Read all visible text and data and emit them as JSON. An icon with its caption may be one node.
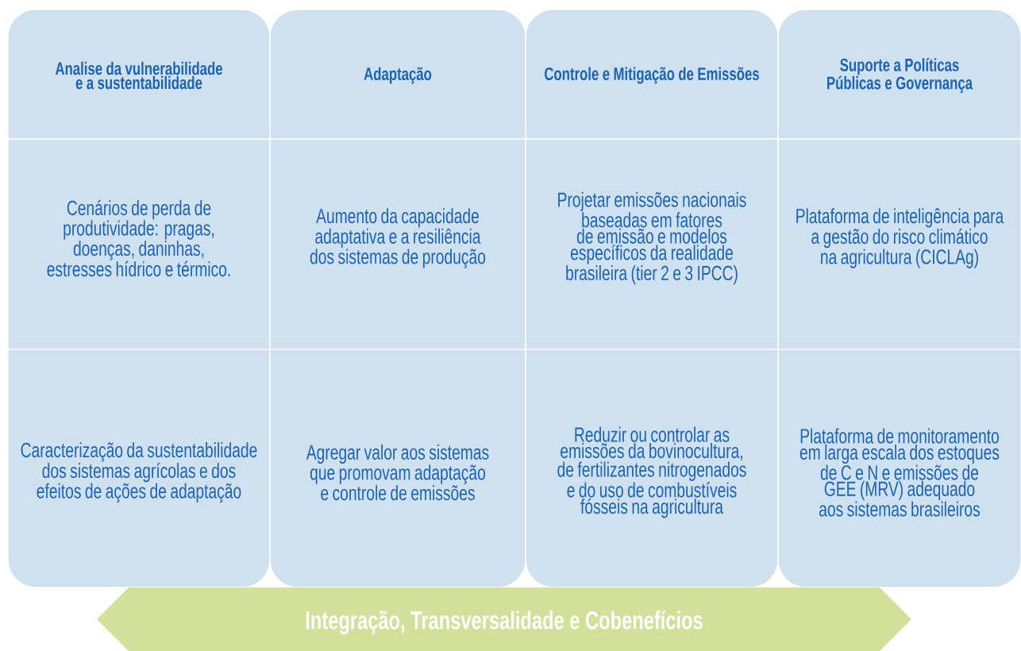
{
  "diagram": {
    "nodes": [
      {
        "text": [
          "Analise da vulnerabilidade e a sustentabilidade",
          "Cenários de perda de produtividade: pragas, doenças, daninhas, estresses hídrico e térmico.",
          "Caracterização da sustentabilidade dos sistemas agrícolas e dos efeitos de ações de adaptação"
        ]
      },
      {
        "text": [
          "Adaptação",
          "Aumento da capacidade adaptativa e a resiliência dos sistemas de produção",
          "Agregar valor aos sistemas que promovam adaptação e controle de emissões"
        ]
      },
      {
        "text": [
          "Controle e Mitigação de Emissões",
          "Projetar emissões nacionais baseadas em fatores de emissão e modelos específicos da realidade brasileira (tier 2 e 3 IPCC)",
          "Reduzir ou controlar as emissões da bovinocultura, de fertilizantes nitrogenados e do uso de combustíveis fósseis na agricultura"
        ]
      },
      {
        "text": [
          "Suporte a Políticas Públicas e Governança",
          "Plataforma de inteligência para a gestão do risco climático na agricultura (CICLAg)",
          "Plataforma de monitoramento em larga escala dos estoques de C e N e emissões de GEE (MRV) adequado aos sistemas brasileiros"
        ]
      },
      {
        "text": [
          "Integração, Transversalidade e Cobenefícios"
        ]
      }
    ]
  }
}
